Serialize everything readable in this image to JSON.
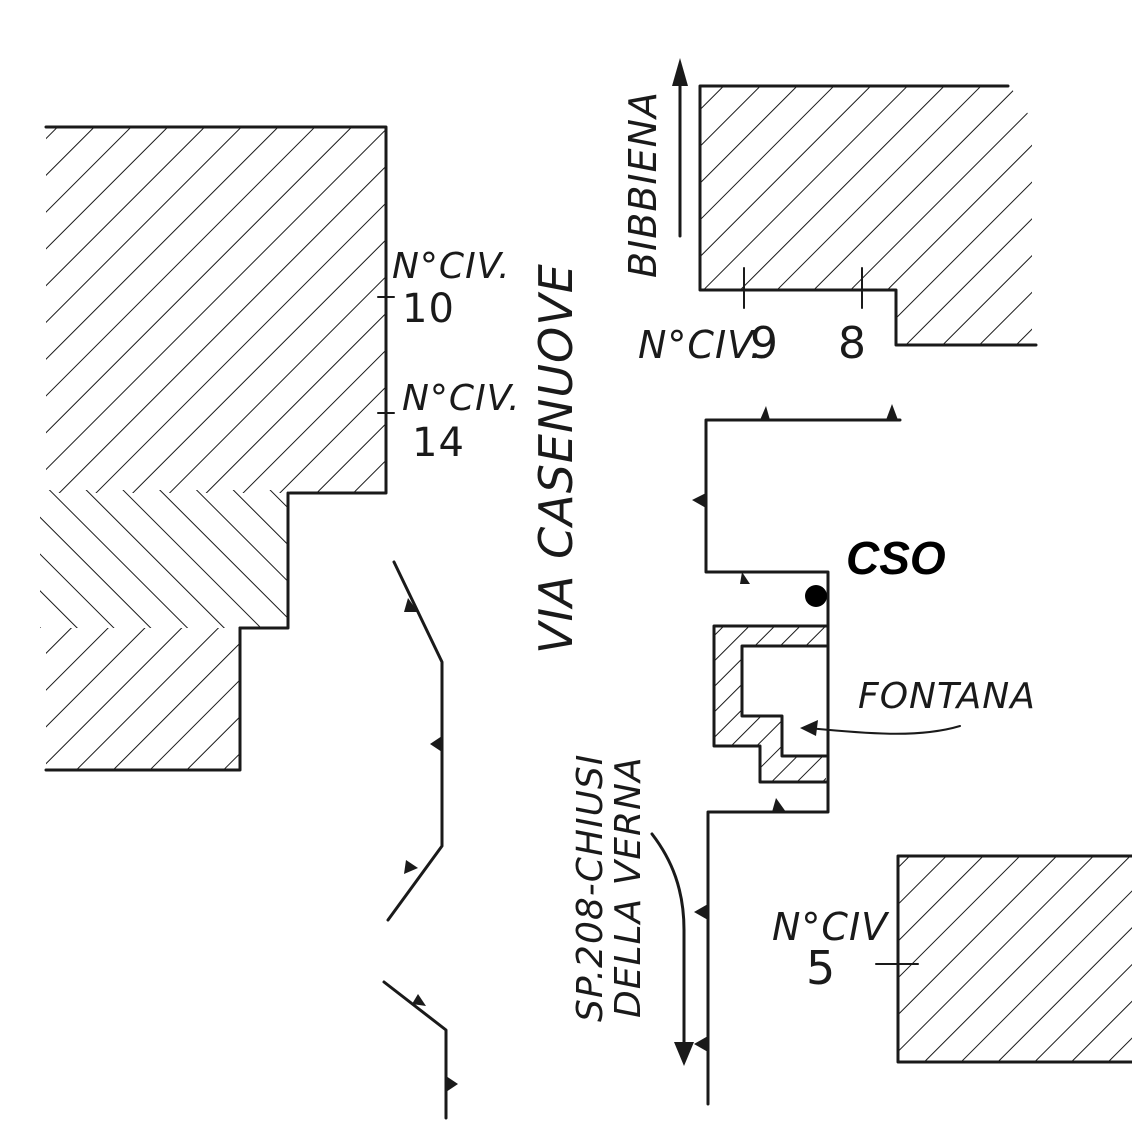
{
  "labels": {
    "road_main": "VIA CASENUOVE",
    "road_provincial_line1": "SP.208-CHIUSI",
    "road_provincial_line2": "DELLA VERNA",
    "direction": "BIBBIENA",
    "station_code": "CSO",
    "fountain": "FONTANA",
    "civ_prefix": "N°CIV.",
    "civ_prefix_short": "N°CIV",
    "civ_10": "10",
    "civ_14": "14",
    "civ_9": "9",
    "civ_8": "8",
    "civ_5": "5"
  },
  "colors": {
    "ink": "#1a1a1a",
    "paper": "#ffffff",
    "marker": "#000000"
  }
}
